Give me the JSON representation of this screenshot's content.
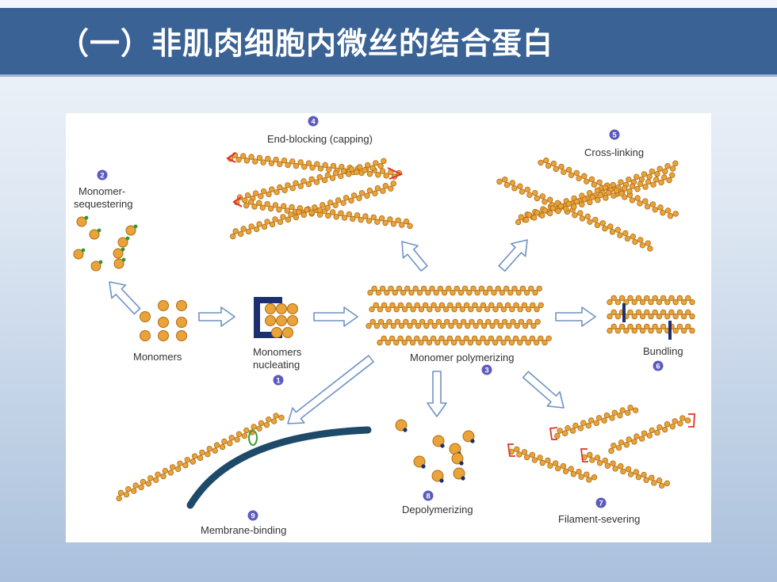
{
  "slide": {
    "title": "（一）非肌肉细胞内微丝的结合蛋白"
  },
  "diagram": {
    "colors": {
      "monomer": "#e8a43a",
      "monomer_stroke": "#b06a12",
      "arrow": "#6e93c4",
      "marker_circle": "#5b5bbf",
      "capping": "#e03030",
      "sequester_dot": "#2e9a2e",
      "bundling_bar": "#1c2f6e",
      "membrane": "#1e4a6a"
    },
    "steps": [
      {
        "number": "1",
        "label": "Monomers nucleating"
      },
      {
        "number": "2",
        "label": "Monomer- sequestering"
      },
      {
        "number": "3",
        "label": "Monomer polymerizing"
      },
      {
        "number": "4",
        "label": "End-blocking (capping)"
      },
      {
        "number": "5",
        "label": "Cross-linking"
      },
      {
        "number": "6",
        "label": "Bundling"
      },
      {
        "number": "7",
        "label": "Filament-severing"
      },
      {
        "number": "8",
        "label": "Depolymerizing"
      },
      {
        "number": "9",
        "label": "Membrane-binding"
      }
    ],
    "labels": {
      "monomers": "Monomers",
      "nucleating_line1": "Monomers",
      "nucleating_line2": "nucleating",
      "sequester_line1": "Monomer-",
      "sequester_line2": "sequestering",
      "polymerizing": "Monomer polymerizing",
      "capping": "End-blocking (capping)",
      "crosslinking": "Cross-linking",
      "bundling": "Bundling",
      "severing": "Filament-severing",
      "depolymerizing": "Depolymerizing",
      "membrane": "Membrane-binding"
    }
  }
}
